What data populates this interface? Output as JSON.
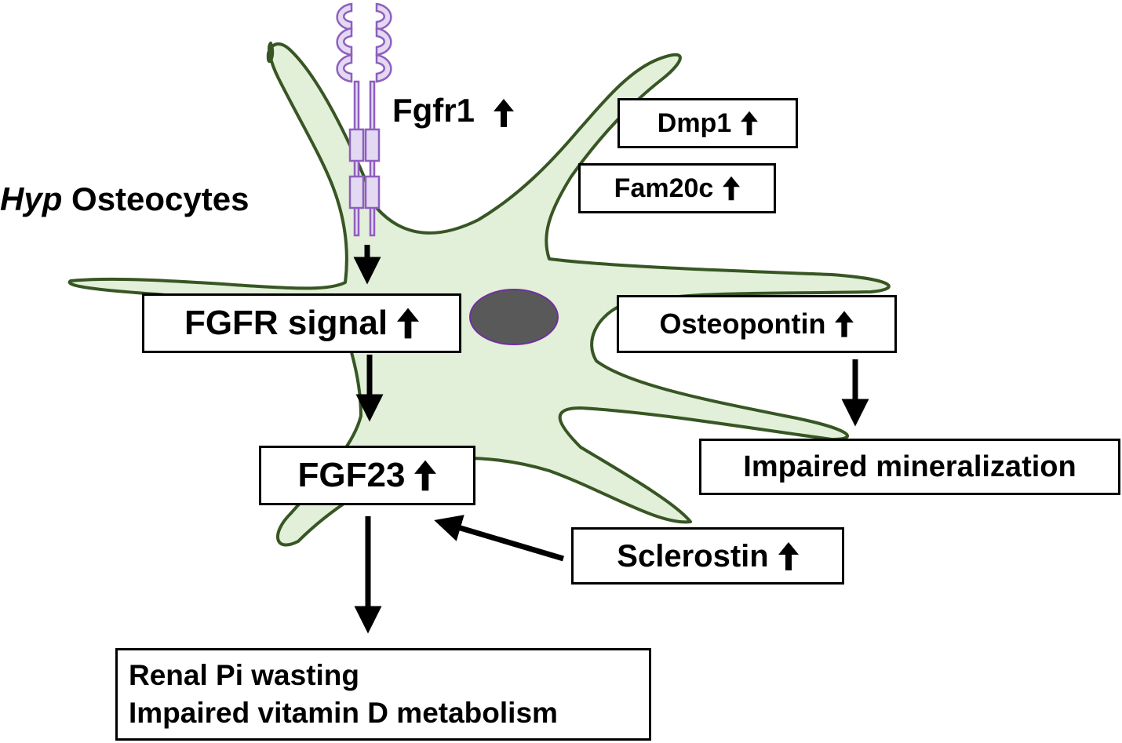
{
  "title_italic": "Hyp",
  "title_rest": "Osteocytes",
  "receptor_label": "Fgfr1",
  "boxes": {
    "dmp1": "Dmp1",
    "fam20c": "Fam20c",
    "fgfr_signal": "FGFR signal",
    "fgf23": "FGF23",
    "osteopontin": "Osteopontin",
    "impaired_mineralization": "Impaired mineralization",
    "sclerostin": "Sclerostin"
  },
  "outcome_lines": [
    "Renal Pi wasting",
    "Impaired vitamin D metabolism"
  ],
  "colors": {
    "cell_fill": "#e2efd9",
    "cell_outline": "#375623",
    "nucleus_fill": "#595959",
    "nucleus_outline": "#7030a0",
    "receptor_fill": "#e4d9f2",
    "receptor_outline": "#8e5fbf",
    "arrow": "#000000"
  }
}
